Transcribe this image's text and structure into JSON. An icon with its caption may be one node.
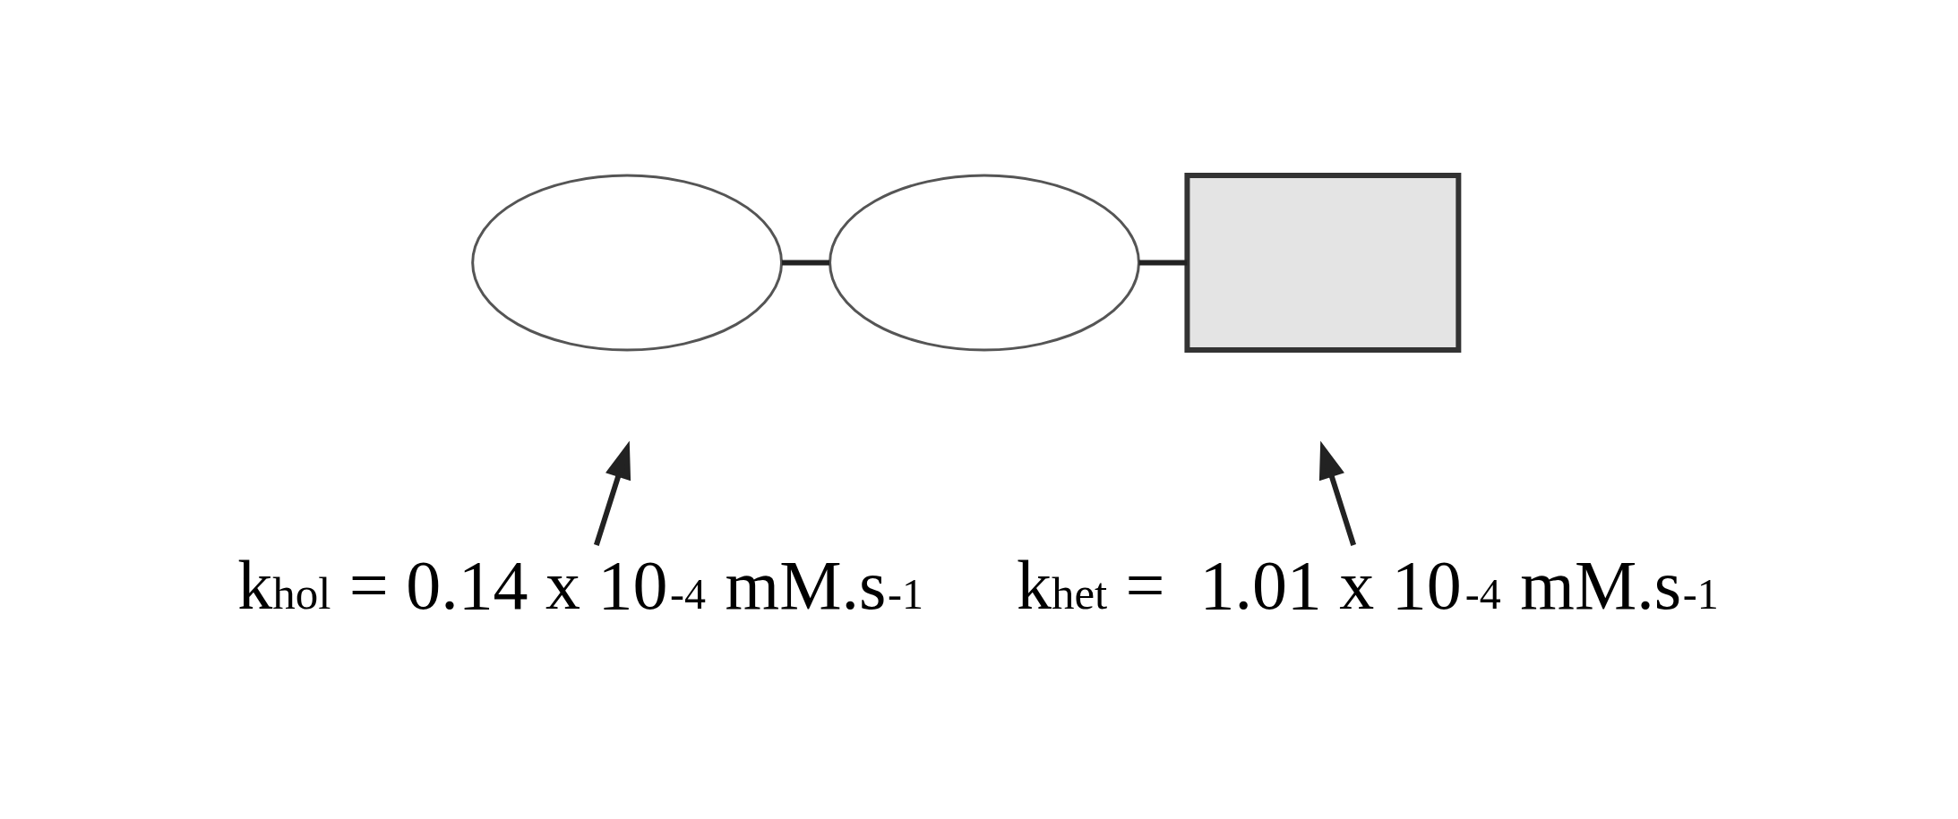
{
  "diagram": {
    "nodes": [
      {
        "text": [],
        "shape": "ellipse"
      },
      {
        "text": [],
        "shape": "ellipse"
      },
      {
        "text": [],
        "shape": "box"
      },
      {
        "text": [
          "k$_{het}$ =  1.01 x 10$^{-4}$ mM.s$^{-1}$"
        ]
      },
      {
        "text": [
          "k$_{hol}$ = 0.14 x 10$^{-4}$ mM.s$^{-1}$"
        ]
      }
    ],
    "edges": [
      {
        "from": 0,
        "to": 1,
        "arrow": "none"
      },
      {
        "from": 1,
        "to": 2,
        "arrow": "none"
      },
      {
        "from": 3,
        "to": null,
        "arrow": "to"
      },
      {
        "from": 4,
        "to": null,
        "arrow": "to"
      }
    ]
  }
}
